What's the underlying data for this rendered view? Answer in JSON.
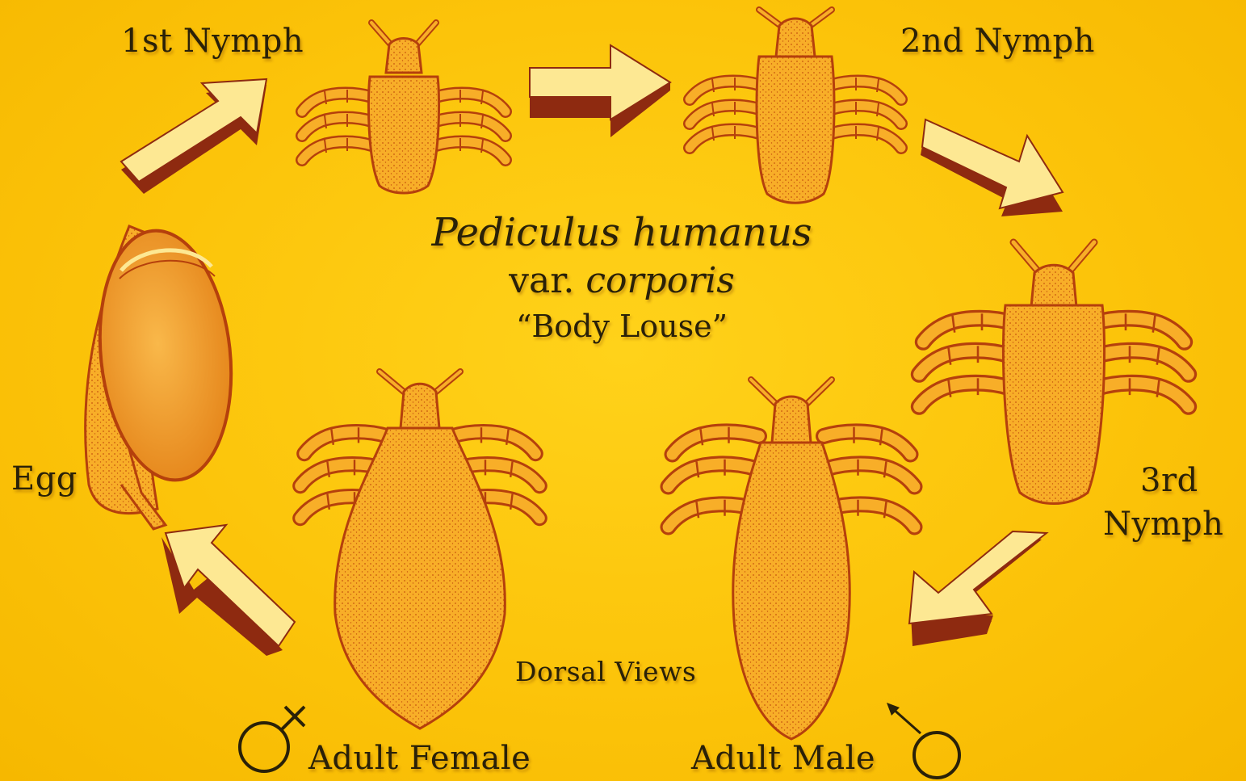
{
  "colors": {
    "background": "#fcc40a",
    "ink": "#b5400c",
    "body_fill": "#f8ae28",
    "arrow_face": "#fde893",
    "arrow_side": "#8e2a10",
    "text": "#2a2108"
  },
  "title": {
    "line1": "Pediculus humanus",
    "line2_prefix": "var. ",
    "line2_italic": "corporis",
    "line3": "“Body Louse”"
  },
  "stages": {
    "egg": "Egg",
    "nymph1": "1st Nymph",
    "nymph2": "2nd Nymph",
    "nymph3_line1": "3rd",
    "nymph3_line2": "Nymph",
    "adult_female": "Adult Female",
    "adult_male": "Adult Male"
  },
  "note": "Dorsal Views",
  "symbols": {
    "female": "female-symbol-icon",
    "male": "male-symbol-icon"
  },
  "cycle_arrows": [
    "egg-to-nymph1",
    "nymph1-to-nymph2",
    "nymph2-to-nymph3",
    "nymph3-to-adult-male",
    "adult-female-to-egg"
  ]
}
